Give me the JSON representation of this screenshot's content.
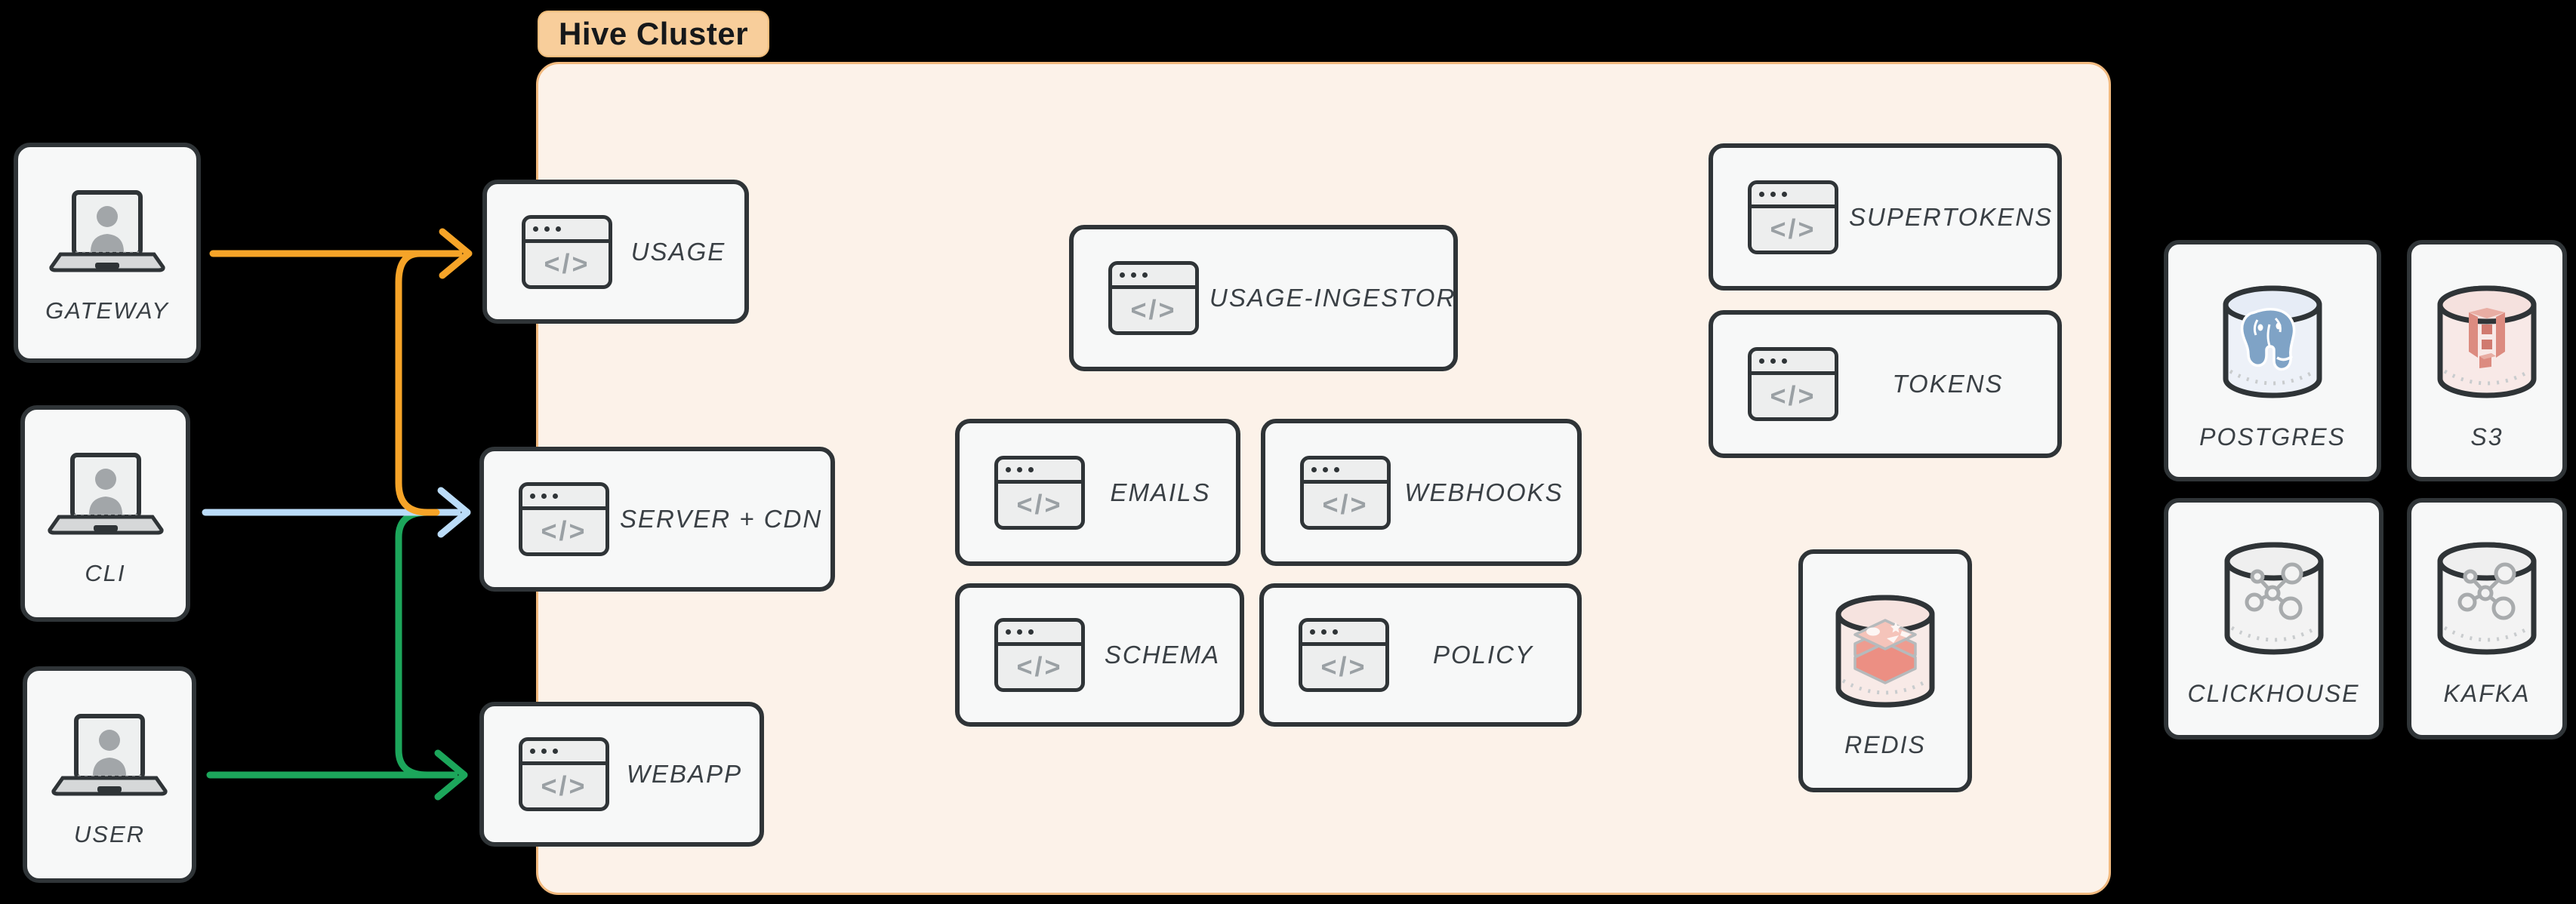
{
  "background": "#000000",
  "cluster": {
    "label": "Hive Cluster",
    "bg": "#FCF2E9",
    "border": "#F1B97E",
    "pill_bg": "#F8CE9B"
  },
  "ui": {
    "code_glyph": "</>"
  },
  "actors": [
    {
      "id": "gateway",
      "label": "GATEWAY",
      "icon": "laptop-user-icon"
    },
    {
      "id": "cli",
      "label": "CLI",
      "icon": "laptop-user-icon"
    },
    {
      "id": "user",
      "label": "USER",
      "icon": "laptop-user-icon"
    }
  ],
  "services": [
    {
      "id": "usage",
      "label": "USAGE",
      "icon": "code-window-icon"
    },
    {
      "id": "server-cdn",
      "label": "SERVER + CDN",
      "icon": "code-window-icon"
    },
    {
      "id": "webapp",
      "label": "WEBAPP",
      "icon": "code-window-icon"
    },
    {
      "id": "usage-ingestor",
      "label": "USAGE-INGESTOR",
      "icon": "code-window-icon"
    },
    {
      "id": "emails",
      "label": "EMAILS",
      "icon": "code-window-icon"
    },
    {
      "id": "webhooks",
      "label": "WEBHOOKS",
      "icon": "code-window-icon"
    },
    {
      "id": "schema",
      "label": "SCHEMA",
      "icon": "code-window-icon"
    },
    {
      "id": "policy",
      "label": "POLICY",
      "icon": "code-window-icon"
    },
    {
      "id": "supertokens",
      "label": "SUPERTOKENS",
      "icon": "code-window-icon"
    },
    {
      "id": "tokens",
      "label": "TOKENS",
      "icon": "code-window-icon"
    },
    {
      "id": "redis",
      "label": "REDIS",
      "icon": "redis-database-icon"
    }
  ],
  "datastores": [
    {
      "id": "postgres",
      "label": "POSTGRES",
      "icon": "postgres-database-icon"
    },
    {
      "id": "s3",
      "label": "S3",
      "icon": "s3-database-icon"
    },
    {
      "id": "clickhouse",
      "label": "CLICKHOUSE",
      "icon": "clickhouse-database-icon"
    },
    {
      "id": "kafka",
      "label": "KAFKA",
      "icon": "kafka-database-icon"
    }
  ],
  "edges": [
    {
      "from": "GATEWAY",
      "to": "USAGE",
      "color": "#F6A428"
    },
    {
      "from": "GATEWAY",
      "to": "SERVER + CDN",
      "color": "#F6A428"
    },
    {
      "from": "CLI",
      "to": "SERVER + CDN",
      "color": "#BBDCF8"
    },
    {
      "from": "USER",
      "to": "SERVER + CDN",
      "color": "#1CA65B"
    },
    {
      "from": "USER",
      "to": "WEBAPP",
      "color": "#1CA65B"
    }
  ],
  "colors": {
    "arrow_orange": "#F6A428",
    "arrow_blue": "#BBDCF8",
    "arrow_green": "#1CA65B",
    "node_border": "#2F3437",
    "node_bg": "#F7F8F8",
    "label_text": "#3A4045"
  }
}
